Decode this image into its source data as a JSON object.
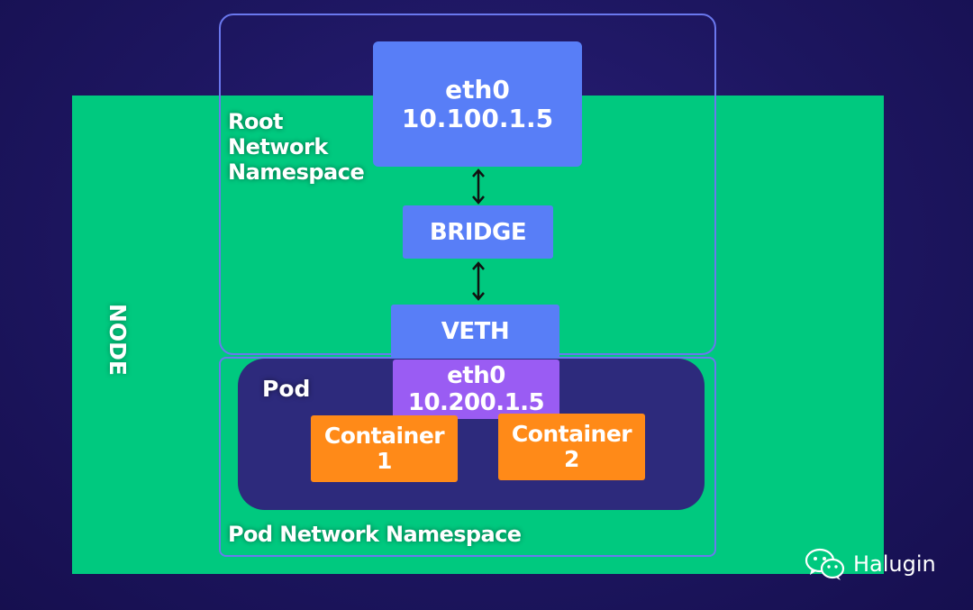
{
  "node": {
    "label": "NODE"
  },
  "root_namespace": {
    "label_lines": [
      "Root",
      "Network",
      "Namespace"
    ]
  },
  "host_interface": {
    "name": "eth0",
    "ip": "10.100.1.5"
  },
  "bridge": {
    "label": "BRIDGE"
  },
  "veth": {
    "label": "VETH"
  },
  "pod": {
    "label": "Pod"
  },
  "pod_interface": {
    "name": "eth0",
    "ip": "10.200.1.5"
  },
  "containers": [
    {
      "label_lines": [
        "Container",
        "1"
      ]
    },
    {
      "label_lines": [
        "Container",
        "2"
      ]
    }
  ],
  "pod_namespace": {
    "label": "Pod Network Namespace"
  },
  "watermark": {
    "icon": "wechat-icon",
    "text": "Halugin"
  },
  "colors": {
    "background": "#1d1660",
    "node": "#00c97f",
    "namespace_border": "#6a78ee",
    "interface_blue": "#587ef7",
    "pod": "#2d2a7c",
    "pod_interface": "#9a5cf3",
    "container": "#ff8a18"
  }
}
